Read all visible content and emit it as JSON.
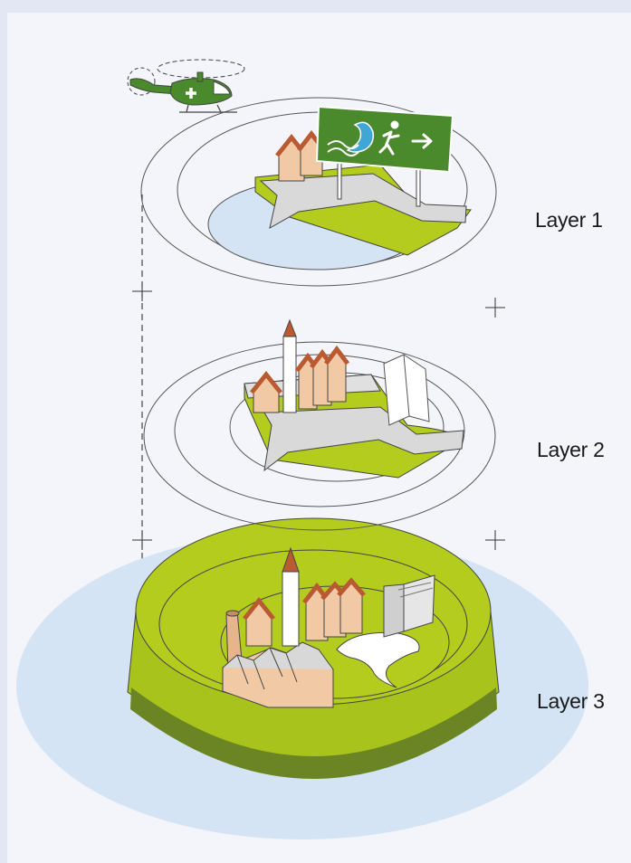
{
  "layers": [
    {
      "label": "Layer 1"
    },
    {
      "label": "Layer 2"
    },
    {
      "label": "Layer 3"
    }
  ],
  "icons": {
    "helicopter": "medical-helicopter-icon",
    "evacuation_sign": "evacuation-route-sign-icon",
    "tsunami": "tsunami-wave-icon",
    "running_person": "running-person-icon",
    "arrow": "arrow-right-icon"
  },
  "colors": {
    "background": "#e3e6f3",
    "panel": "#f4f5fa",
    "water": "#d4e4f4",
    "grass": "#b3cc1e",
    "grass_dark": "#6b8424",
    "sign_green": "#4b8a2c",
    "roof": "#b95a32",
    "building": "#f1c9a4",
    "road": "#d9d9d9"
  }
}
